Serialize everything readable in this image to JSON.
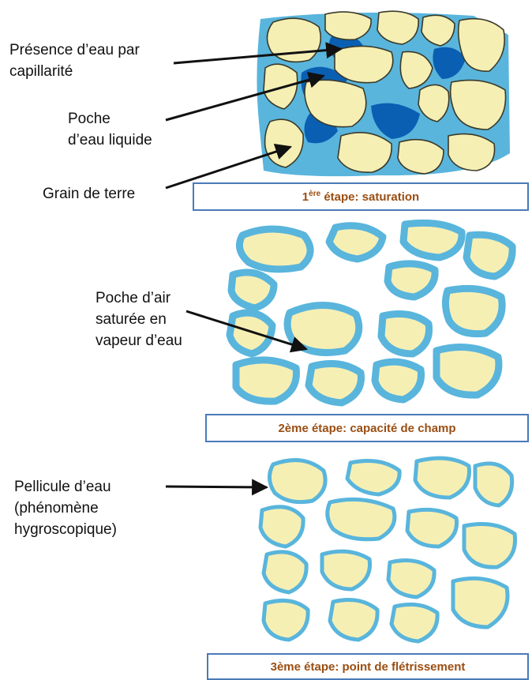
{
  "labels": {
    "capillarity": "Présence d’eau par\ncapillarité",
    "liquid_pocket": "Poche\nd’eau liquide",
    "soil_grain": "Grain de terre",
    "air_pocket": "Poche d’air\nsaturée en\nvapeur d’eau",
    "water_film": "Pellicule d’eau\n(phénomène\nhygroscopique)"
  },
  "captions": {
    "stage1_prefix": "1",
    "stage1_sup": "ère",
    "stage1_rest": " étape: saturation",
    "stage2": "2ème étape: capacité de champ",
    "stage3": "3ème étape: point de flétrissement"
  },
  "colors": {
    "grain_fill": "#f6efb4",
    "grain_outline": "#3a3a2a",
    "capillary_water": "#59b5dc",
    "liquid_water": "#0a5fb3",
    "caption_text": "#9a4e12",
    "caption_border": "#4a7ab8"
  }
}
